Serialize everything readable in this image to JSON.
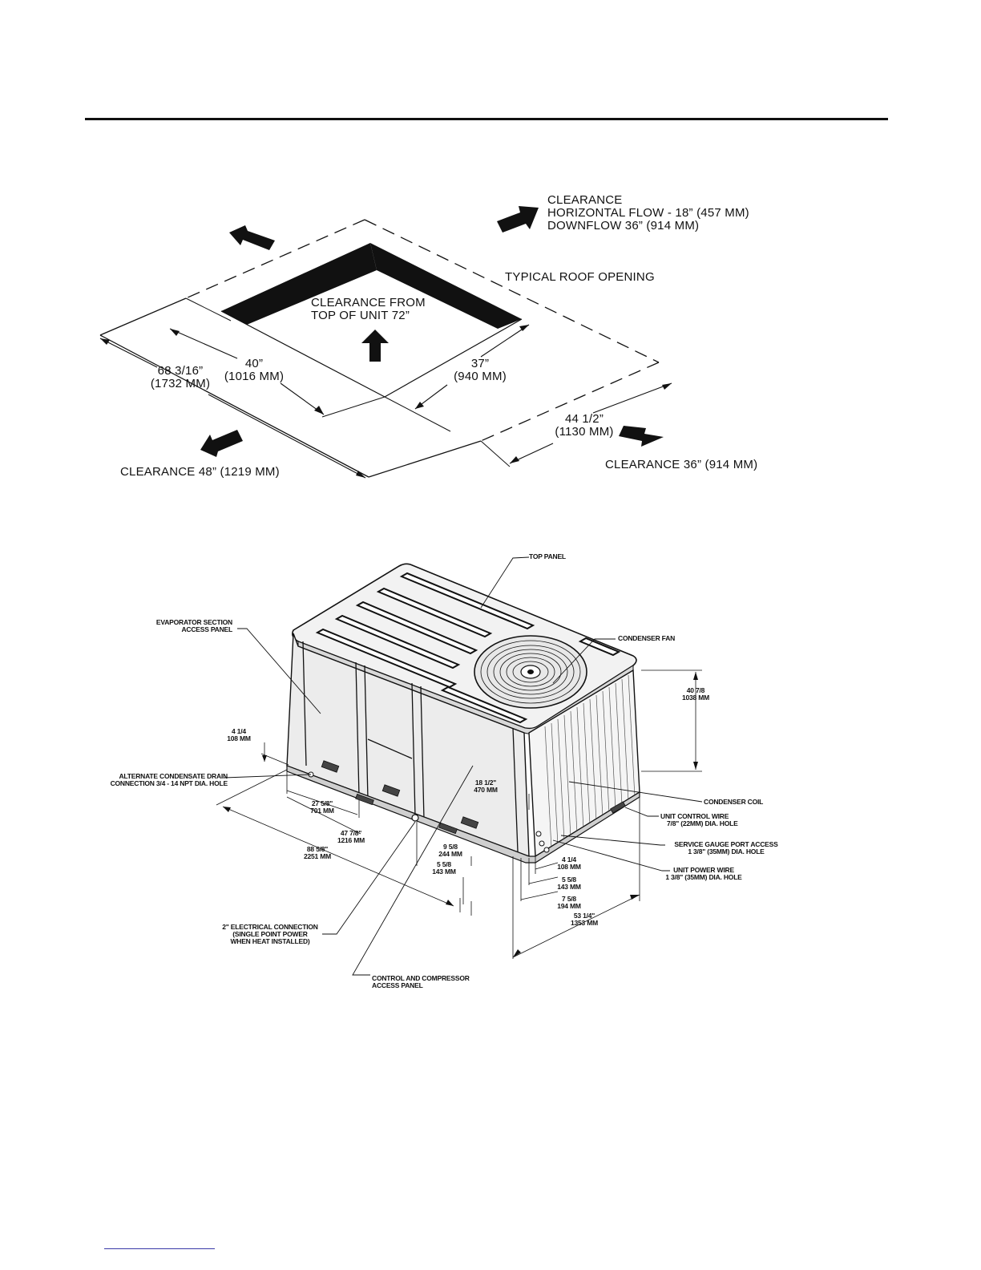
{
  "roof_diagram": {
    "clearance_top_right": {
      "line1": "CLEARANCE",
      "line2": "HORIZONTAL FLOW - 18” (457 MM)",
      "line3": "DOWNFLOW 36” (914 MM)"
    },
    "typical_roof_opening": "TYPICAL ROOF OPENING",
    "clearance_from_top": {
      "line1": "CLEARANCE FROM",
      "line2": "TOP OF UNIT 72”"
    },
    "dim_40": {
      "in": "40”",
      "mm": "(1016 MM)"
    },
    "dim_37": {
      "in": "37”",
      "mm": "(940 MM)"
    },
    "dim_68": {
      "in": "68 3/16”",
      "mm": "(1732 MM)"
    },
    "dim_44": {
      "in": "44 1/2”",
      "mm": "(1130 MM)"
    },
    "clearance_48": "CLEARANCE 48” (1219 MM)",
    "clearance_36": "CLEARANCE 36” (914 MM)"
  },
  "unit_diagram": {
    "top_panel": "TOP PANEL",
    "condenser_fan": "CONDENSER FAN",
    "evaporator": {
      "line1": "EVAPORATOR SECTION",
      "line2": "ACCESS PANEL"
    },
    "height_dim": {
      "in": "40 7/8",
      "mm": "1038 MM"
    },
    "dim_4_14_a": {
      "in": "4 1/4",
      "mm": "108 MM"
    },
    "alt_drain": {
      "line1": "ALTERNATE CONDENSATE DRAIN",
      "line2": "CONNECTION  3/4 - 14 NPT DIA. HOLE"
    },
    "dim_18_12": {
      "in": "18 1/2\"",
      "mm": "470 MM"
    },
    "dim_27": {
      "in": "27 5/8\"",
      "mm": "701 MM"
    },
    "dim_47": {
      "in": "47 7/8\"",
      "mm": "1216 MM"
    },
    "dim_88": {
      "in": "88 5/8\"",
      "mm": "2251 MM"
    },
    "dim_9_58": {
      "in": "9 5/8",
      "mm": "244 MM"
    },
    "dim_5_58_a": {
      "in": "5 5/8",
      "mm": "143 MM"
    },
    "condenser_coil": "CONDENSER COIL",
    "unit_control_wire": {
      "line1": "UNIT CONTROL WIRE",
      "line2": "7/8\" (22MM) DIA. HOLE"
    },
    "service_gauge": {
      "line1": "SERVICE GAUGE PORT ACCESS",
      "line2": "1 3/8\" (35MM) DIA. HOLE"
    },
    "unit_power_wire": {
      "line1": "UNIT POWER WIRE",
      "line2": "1 3/8\" (35MM) DIA. HOLE"
    },
    "dim_4_14_b": {
      "in": "4 1/4",
      "mm": "108 MM"
    },
    "dim_5_58_b": {
      "in": "5 5/8",
      "mm": "143 MM"
    },
    "dim_7_58": {
      "in": "7 5/8",
      "mm": "194 MM"
    },
    "dim_53": {
      "in": "53 1/4\"",
      "mm": "1353 MM"
    },
    "electrical": {
      "line1": "2\" ELECTRICAL CONNECTION",
      "line2": "(SINGLE POINT POWER",
      "line3": "WHEN HEAT INSTALLED)"
    },
    "control_compressor": {
      "line1": "CONTROL AND COMPRESSOR",
      "line2": "ACCESS PANEL"
    }
  }
}
